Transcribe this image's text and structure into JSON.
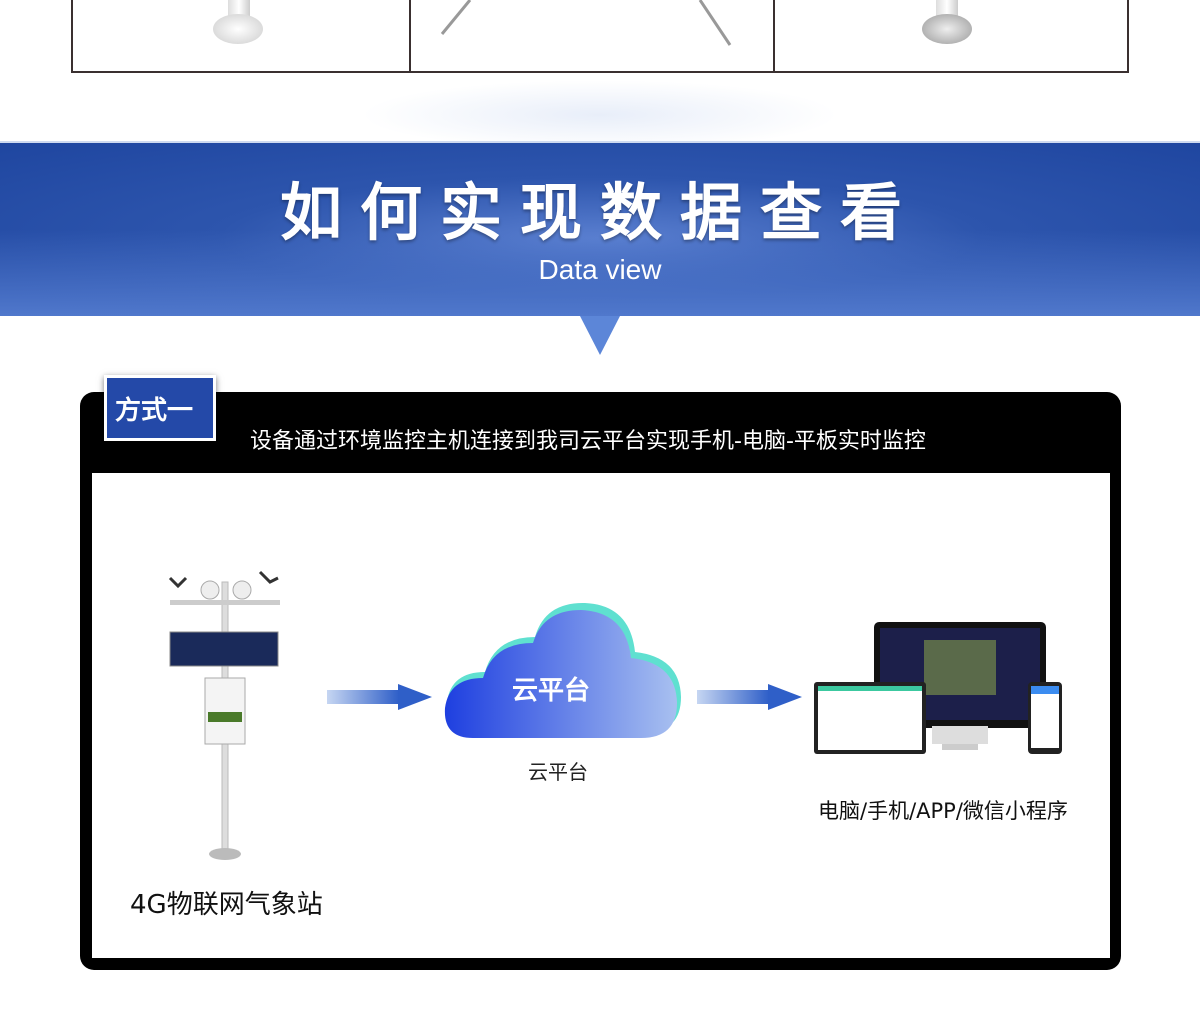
{
  "header": {
    "title": "如何实现数据查看",
    "subtitle": "Data view"
  },
  "method": {
    "badge": "方式一",
    "description": "设备通过环境监控主机连接到我司云平台实现手机-电脑-平板实时监控"
  },
  "diagram": {
    "station_label": "4G物联网气象站",
    "cloud_label": "云平台",
    "cloud_caption": "云平台",
    "devices_label": "电脑/手机/APP/微信小程序"
  },
  "colors": {
    "banner": "#2d55ad",
    "badge": "#2449a8",
    "arrow": "#2f5fc8"
  }
}
